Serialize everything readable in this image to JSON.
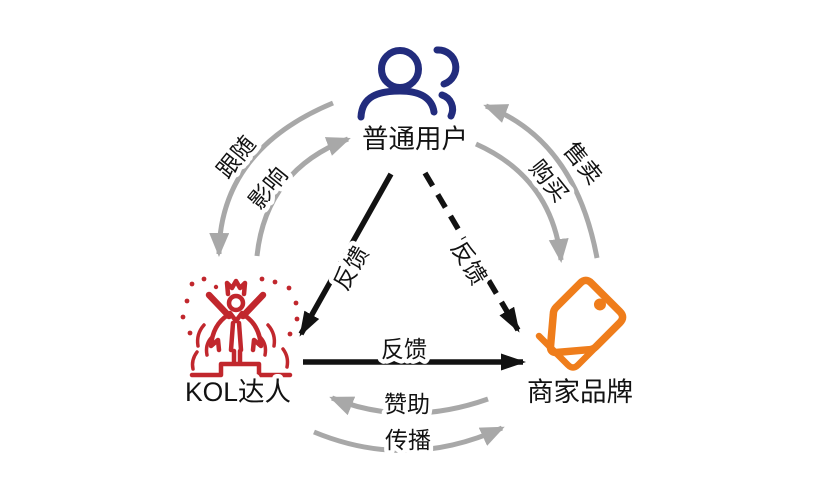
{
  "background": "#ffffff",
  "nodes": [
    {
      "label": "普通用户",
      "icon": "users-icon",
      "color": "#222c7d"
    },
    {
      "label": "KOL达人",
      "icon": "kol-celebrity-icon",
      "color": "#c1272d"
    },
    {
      "label": "商家品牌",
      "icon": "price-tag-icon",
      "color": "#ef7d1b"
    }
  ],
  "edges": [
    {
      "label": "跟随",
      "from": "普通用户",
      "to": "KOL达人",
      "line": "curved",
      "color": "#a8a8a8"
    },
    {
      "label": "影响",
      "from": "KOL达人",
      "to": "普通用户",
      "line": "curved",
      "color": "#a8a8a8"
    },
    {
      "label": "售卖",
      "from": "商家品牌",
      "to": "普通用户",
      "line": "curved",
      "color": "#a8a8a8"
    },
    {
      "label": "购买",
      "from": "普通用户",
      "to": "商家品牌",
      "line": "curved",
      "color": "#a8a8a8"
    },
    {
      "label": "反馈",
      "from": "普通用户",
      "to": "KOL达人",
      "line": "straight-solid",
      "color": "#121212"
    },
    {
      "label": "反馈",
      "from": "普通用户",
      "to": "商家品牌",
      "line": "straight-dashed",
      "color": "#121212"
    },
    {
      "label": "反馈",
      "from": "KOL达人",
      "to": "商家品牌",
      "line": "straight-solid",
      "color": "#121212"
    },
    {
      "label": "赞助",
      "from": "商家品牌",
      "to": "KOL达人",
      "line": "curved",
      "color": "#a8a8a8"
    },
    {
      "label": "传播",
      "from": "KOL达人",
      "to": "商家品牌",
      "line": "curved",
      "color": "#a8a8a8"
    }
  ]
}
